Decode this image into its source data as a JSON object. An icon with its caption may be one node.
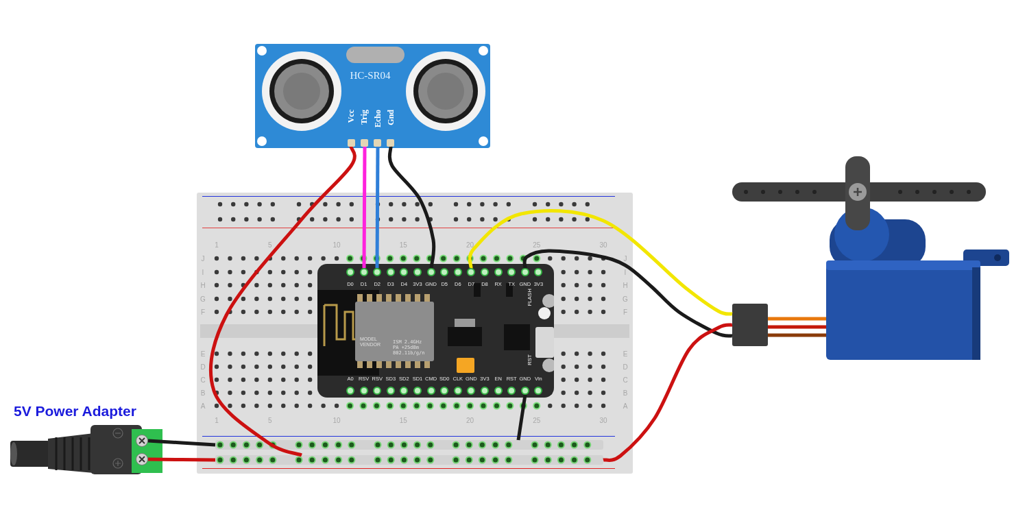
{
  "diagram": {
    "nodes": [
      {
        "text": [
          "HC-SR04"
        ]
      },
      {
        "text": [
          "Vcc"
        ],
        "in": 0
      },
      {
        "text": [
          "Trig"
        ],
        "in": 0
      },
      {
        "text": [
          "Echo"
        ],
        "in": 0
      },
      {
        "text": [
          "Gnd"
        ],
        "in": 0
      },
      {
        "text": [],
        "shape": "box"
      },
      {
        "text": [],
        "shape": "bar",
        "in": 5
      },
      {
        "text": [],
        "shape": "bar",
        "in": 5
      },
      {
        "text": [
          "MODEL VENDOR",
          "ISM 2.4GHz PA +25dBm 802.11b/g/n",
          "FLASH",
          "RST"
        ],
        "in": 5
      },
      {
        "text": [
          "D0"
        ],
        "in": 8
      },
      {
        "text": [
          "D1"
        ],
        "in": 8
      },
      {
        "text": [
          "D2"
        ],
        "in": 8
      },
      {
        "text": [
          "D3"
        ],
        "in": 8
      },
      {
        "text": [
          "D4"
        ],
        "in": 8
      },
      {
        "text": [
          "3V3"
        ],
        "in": 8
      },
      {
        "text": [
          "GND"
        ],
        "in": 8
      },
      {
        "text": [
          "D5"
        ],
        "in": 8
      },
      {
        "text": [
          "D6"
        ],
        "in": 8
      },
      {
        "text": [
          "D7"
        ],
        "in": 8
      },
      {
        "text": [
          "D8"
        ],
        "in": 8
      },
      {
        "text": [
          "RX"
        ],
        "in": 8
      },
      {
        "text": [
          "TX"
        ],
        "in": 8
      },
      {
        "text": [
          "GND"
        ],
        "in": 8
      },
      {
        "text": [
          "3V3"
        ],
        "in": 8
      },
      {
        "text": [
          "A0"
        ],
        "in": 8
      },
      {
        "text": [
          "RSV"
        ],
        "in": 8
      },
      {
        "text": [
          "RSV"
        ],
        "in": 8
      },
      {
        "text": [
          "SD3"
        ],
        "in": 8
      },
      {
        "text": [
          "SD2"
        ],
        "in": 8
      },
      {
        "text": [
          "SD1"
        ],
        "in": 8
      },
      {
        "text": [
          "CMD"
        ],
        "in": 8
      },
      {
        "text": [
          "SD0"
        ],
        "in": 8
      },
      {
        "text": [
          "CLK"
        ],
        "in": 8
      },
      {
        "text": [
          "GND"
        ],
        "in": 8
      },
      {
        "text": [
          "3V3"
        ],
        "in": 8
      },
      {
        "text": [
          "EN"
        ],
        "in": 8
      },
      {
        "text": [
          "RST"
        ],
        "in": 8
      },
      {
        "text": [
          "GND"
        ],
        "in": 8
      },
      {
        "text": [
          "Vin"
        ],
        "in": 8
      },
      {
        "text": [],
        "shape": "box"
      },
      {
        "text": [],
        "shape": "picture"
      },
      {
        "text": [
          "5V Power Adapter"
        ]
      },
      {
        "text": [],
        "shape": "circle",
        "in": 41
      },
      {
        "text": [],
        "shape": "circle",
        "in": 41
      }
    ],
    "edges": [
      {
        "from": 1,
        "to": 7,
        "arrow": "none",
        "color": "#cc1111"
      },
      {
        "from": 2,
        "to": 10,
        "arrow": "none",
        "color": "#ff22dd"
      },
      {
        "from": 3,
        "to": 11,
        "arrow": "none",
        "color": "#2f7fd8"
      },
      {
        "from": 4,
        "to": 15,
        "arrow": "none"
      },
      {
        "from": 18,
        "to": 39,
        "arrow": "none",
        "color": "#f2e600"
      },
      {
        "from": 22,
        "to": 39,
        "arrow": "none"
      },
      {
        "from": 7,
        "to": 39,
        "arrow": "none",
        "color": "#cc1111"
      },
      {
        "from": 37,
        "to": 6,
        "arrow": "none"
      },
      {
        "from": 42,
        "to": 6,
        "arrow": "none"
      },
      {
        "from": 43,
        "to": 7,
        "arrow": "none",
        "color": "#cc1111"
      },
      {
        "from": 39,
        "to": 40,
        "arrow": "none",
        "color": "#e8780c"
      },
      {
        "from": 39,
        "to": 40,
        "arrow": "none",
        "color": "#c41a0a"
      },
      {
        "from": 39,
        "to": 40,
        "arrow": "none",
        "color": "#8a3b0a"
      }
    ],
    "labels": [
      "1",
      "5",
      "10",
      "15",
      "20",
      "25",
      "30",
      "J",
      "I",
      "H",
      "G",
      "F",
      "E",
      "D",
      "C",
      "B",
      "A",
      "J",
      "I",
      "H",
      "G",
      "F",
      "E",
      "D",
      "C",
      "B",
      "A",
      "1",
      "5",
      "10",
      "15",
      "20",
      "25",
      "30"
    ]
  }
}
